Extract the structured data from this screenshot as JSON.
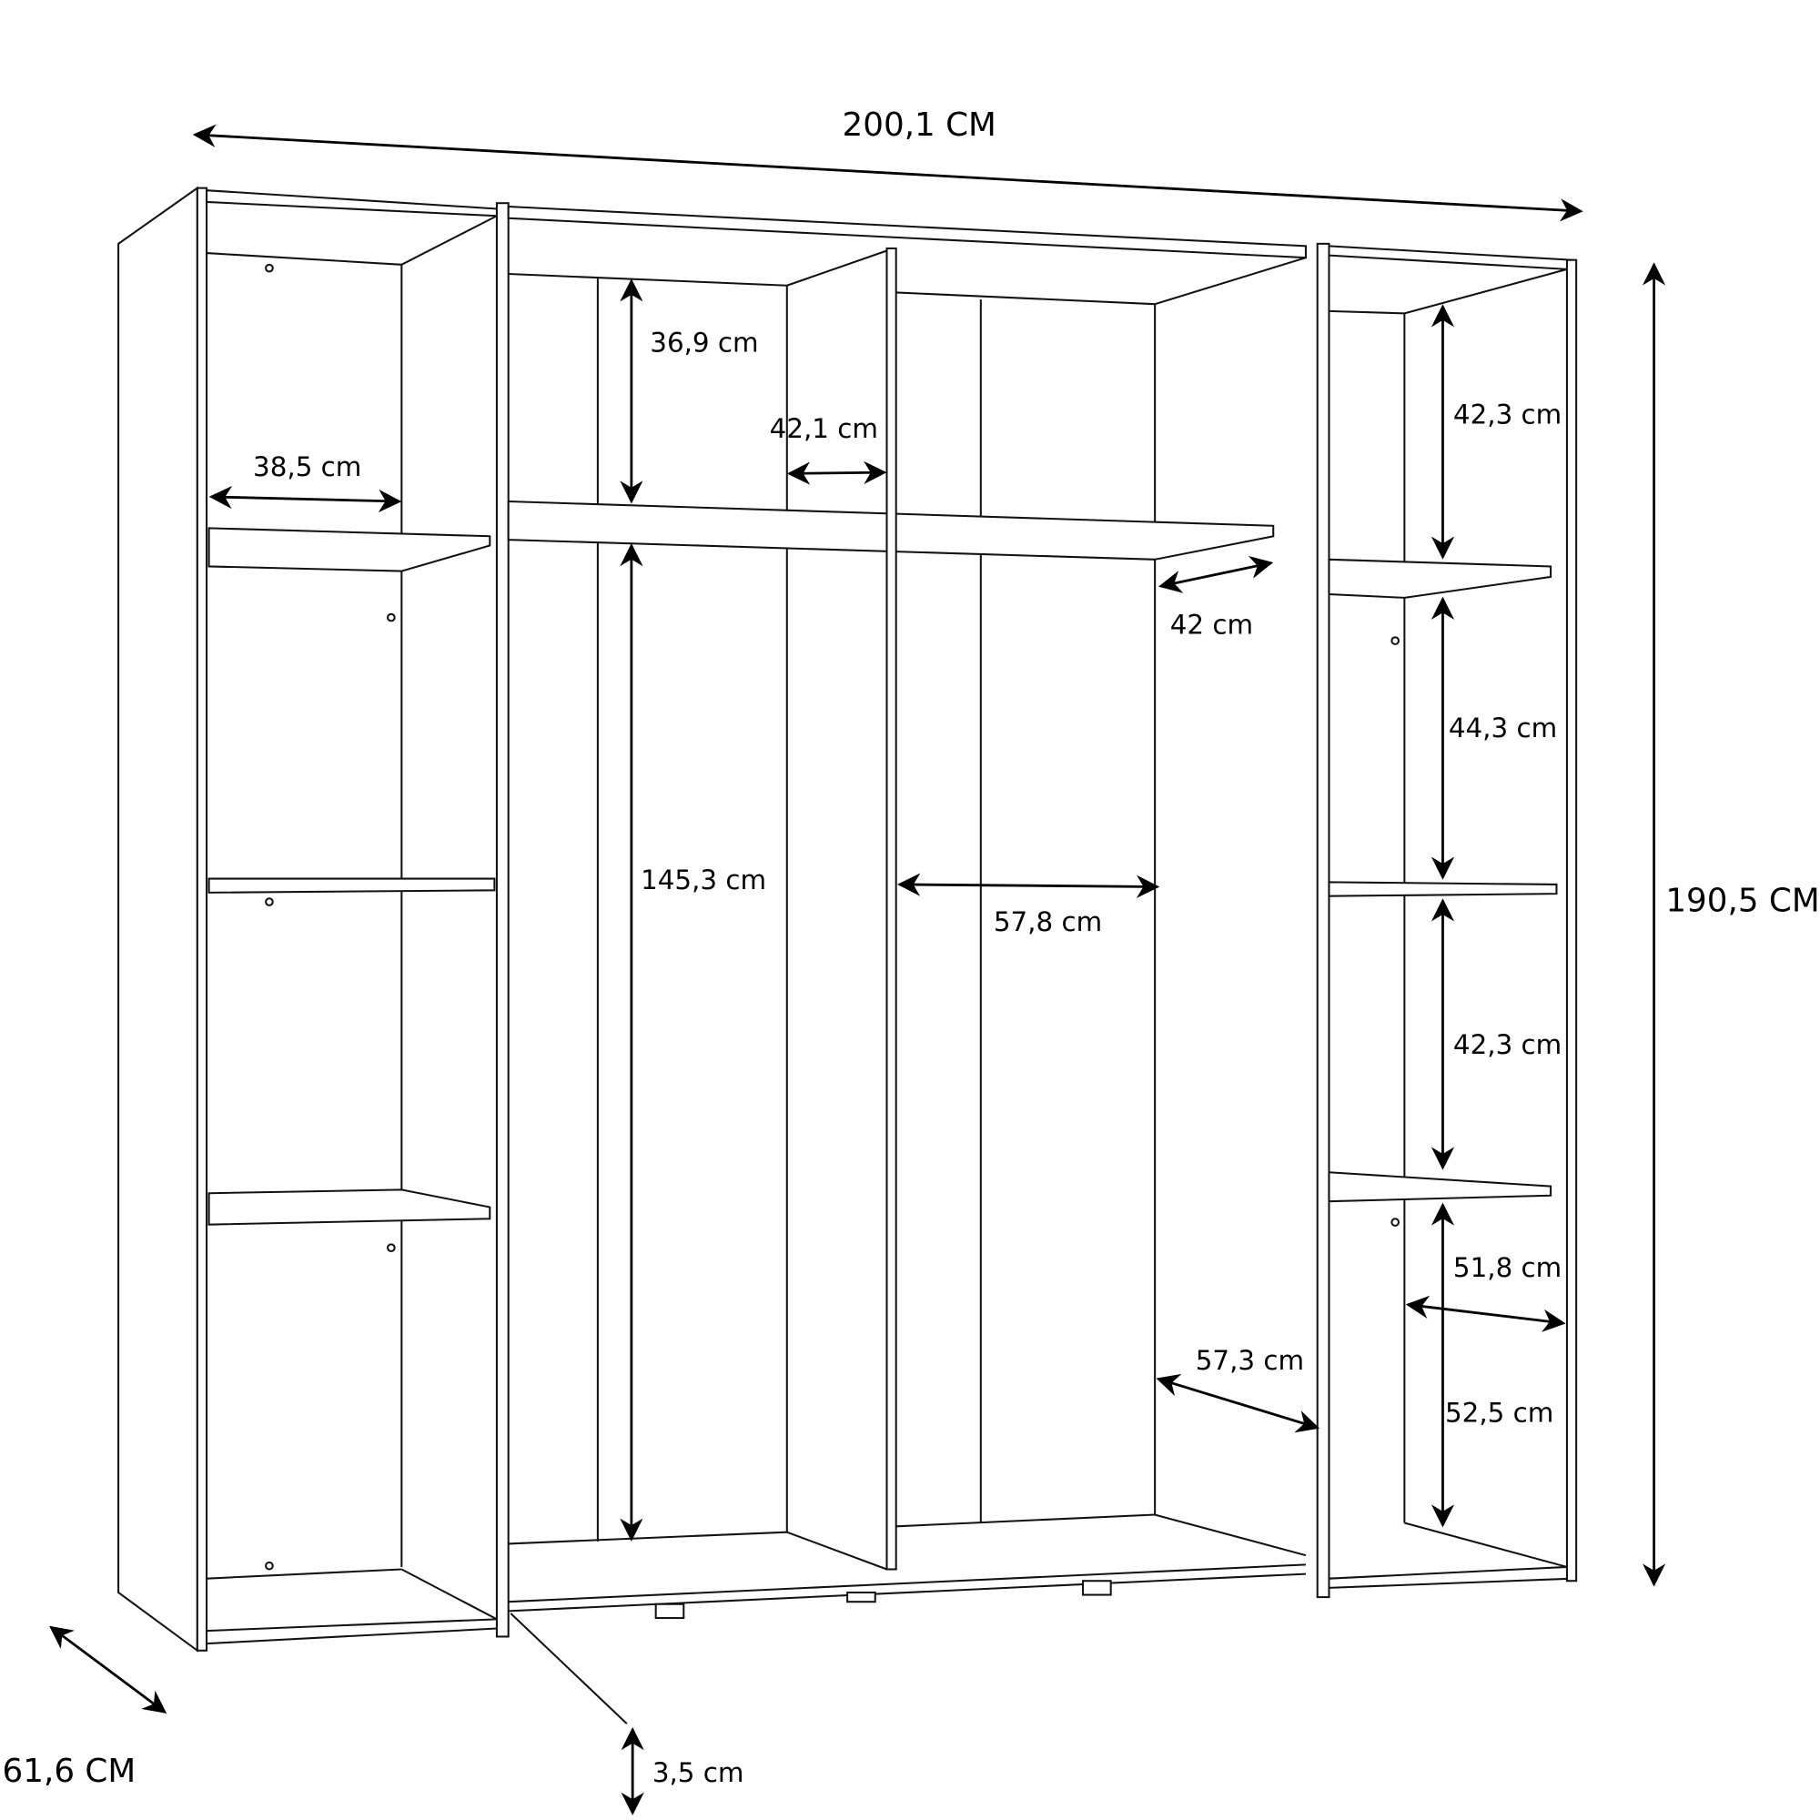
{
  "drawing": {
    "subject": "wardrobe",
    "overall": {
      "width": "200,1 CM",
      "height": "190,5 CM",
      "depth": "61,6 CM"
    },
    "details": {
      "left_shelf_width": "38,5 cm",
      "top_compartment_height": "36,9 cm",
      "door_depth": "42,1 cm",
      "shelf_depth": "42 cm",
      "hanging_height": "145,3 cm",
      "hanging_width": "57,8 cm",
      "door_width": "57,3 cm",
      "plinth_height": "3,5 cm",
      "right_top_compartment": "42,3 cm",
      "right_second_compartment": "44,3 cm",
      "right_third_compartment": "42,3 cm",
      "right_shelf_width": "51,8 cm",
      "right_bottom_compartment": "52,5 cm"
    },
    "colors": {
      "line": "#111111",
      "background": "#ffffff"
    }
  }
}
